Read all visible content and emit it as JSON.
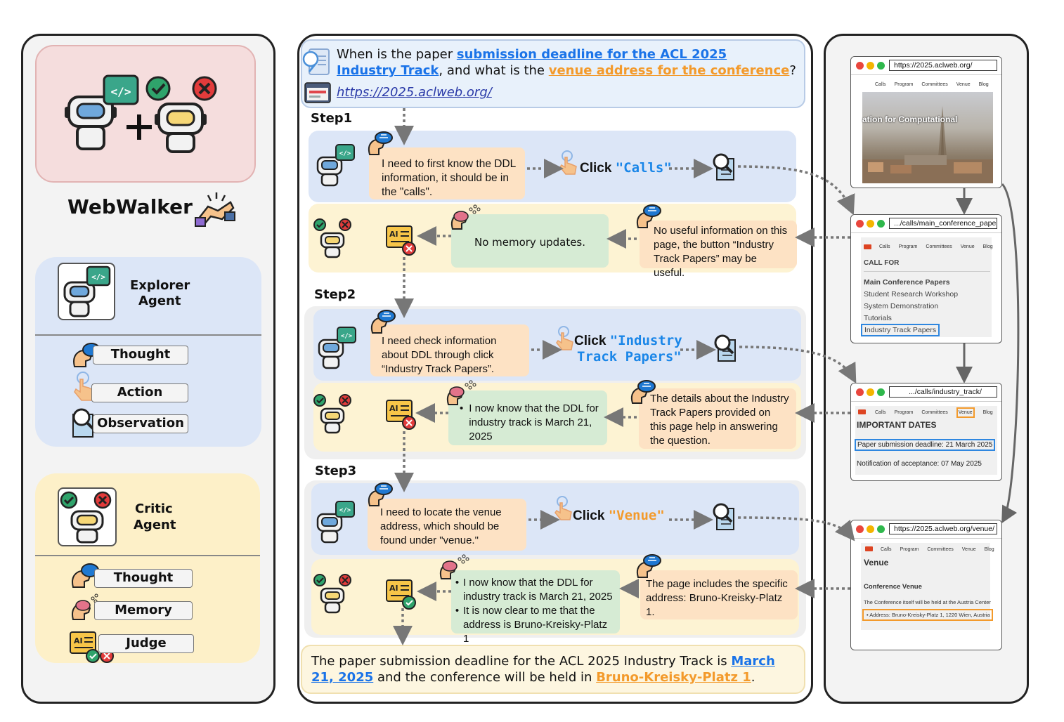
{
  "left_panel": {
    "title": "WebWalker",
    "explorer": {
      "title_line1": "Explorer",
      "title_line2": "Agent",
      "items": [
        "Thought",
        "Action",
        "Observation"
      ]
    },
    "critic": {
      "title_line1": "Critic",
      "title_line2": "Agent",
      "items": [
        "Thought",
        "Memory",
        "Judge"
      ]
    }
  },
  "query": {
    "prefix": "When is the paper ",
    "link1_line1": "submission deadline for the ACL 2025 ",
    "link1_line2": "Industry Track",
    "middle": ", and what is the ",
    "link2": "venue address for the conference",
    "suffix": "?",
    "url": "https://2025.aclweb.org/"
  },
  "steps": [
    {
      "label": "Step1",
      "explorer_thought": "I need to first know the DDL information, it should be in the \"calls\".",
      "click_prefix": "Click ",
      "click_target": "\"Calls\"",
      "critic_memory": "No memory updates.",
      "critic_thought": "No useful information on this page, the button “Industry Track Papers” may be useful."
    },
    {
      "label": "Step2",
      "explorer_thought": "I need check information about DDL through click “Industry Track Papers”.",
      "click_prefix": "Click ",
      "click_target_line1": "\"Industry",
      "click_target_line2": "Track Papers\"",
      "critic_memory": "I now know that the DDL for industry track is March 21, 2025",
      "critic_thought": "The details about the Industry Track Papers provided on this page help in answering the question."
    },
    {
      "label": "Step3",
      "explorer_thought": "I need to locate the venue address, which should be found under \"venue.\"",
      "click_prefix": "Click ",
      "click_target": "\"Venue\"",
      "critic_memory_1": "I now know that the DDL for industry track is March 21, 2025",
      "critic_memory_2": "It is now clear to me that the address is Bruno-Kreisky-Platz 1",
      "critic_thought": "The page includes the specific address: Bruno-Kreisky-Platz 1."
    }
  ],
  "answer": {
    "prefix": "The paper submission deadline for the ACL 2025 Industry Track is ",
    "date_line1": "March",
    "date_line2": "21, 2025",
    "middle": " and the conference will be held in ",
    "address": "Bruno-Kreisky-Platz 1",
    "suffix": "."
  },
  "browsers": [
    {
      "url": "https://2025.aclweb.org/",
      "nav": [
        "Calls",
        "Program",
        "Committees",
        "Venue",
        "Blog"
      ],
      "banner_text": "ation for Computational"
    },
    {
      "url": ".../calls/main_conference_papers/",
      "nav": [
        "Calls",
        "Program",
        "Committees",
        "Venue",
        "Blog"
      ],
      "heading": "CALL FOR",
      "items": [
        "Main Conference Papers",
        "Student Research Workshop",
        "System Demonstration",
        "Tutorials",
        "Industry Track Papers"
      ]
    },
    {
      "url": ".../calls/industry_track/",
      "nav": [
        "Calls",
        "Program",
        "Committees",
        "Venue",
        "Blog"
      ],
      "heading": "IMPORTANT DATES",
      "line1": "Paper submission deadline: 21 March 2025",
      "line2": "Notification of acceptance: 07 May 2025"
    },
    {
      "url": "https://2025.aclweb.org/venue/",
      "nav": [
        "Calls",
        "Program",
        "Committees",
        "Venue",
        "Blog"
      ],
      "heading": "Venue",
      "subheading": "Conference Venue",
      "line1": "The Conference itself will be held at the Austria Center V",
      "line2": "• Address: Bruno-Kreisky-Platz 1, 1220 Wien, Austria"
    }
  ],
  "colors": {
    "blue_band": "#dce6f7",
    "yellow_band": "#fdf3d3",
    "orange_bubble": "#fde2c4",
    "green_bubble": "#d6ebd4",
    "link_blue": "#1a73e8",
    "link_orange": "#f39a2b"
  }
}
